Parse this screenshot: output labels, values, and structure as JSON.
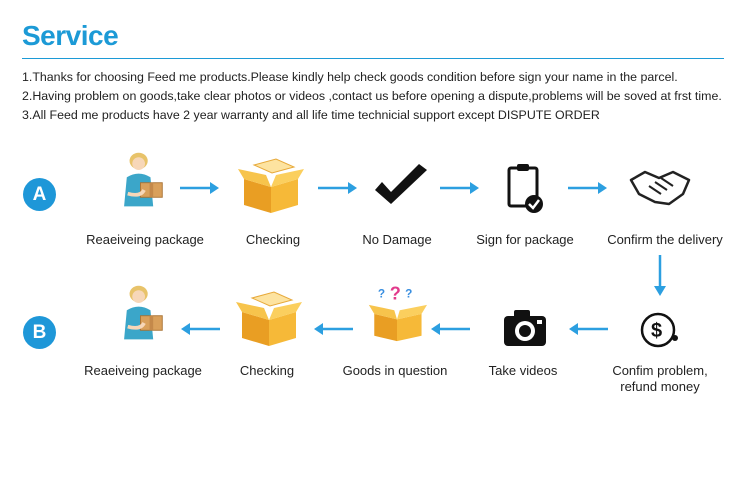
{
  "header": {
    "title": "Service",
    "notes": [
      "1.Thanks for choosing Feed me products.Please kindly help check goods condition before sign your name in the parcel.",
      "2.Having problem on goods,take clear photos or videos ,contact us before opening a dispute,problems will be soved at frst time.",
      "3.All Feed me products have 2 year warranty and all life time technicial support except DISPUTE ORDER"
    ]
  },
  "flow_a": {
    "badge": "A",
    "steps": [
      {
        "label": "Reaeiveing package",
        "icon": "woman-with-package-icon"
      },
      {
        "label": "Checking",
        "icon": "open-box-icon"
      },
      {
        "label": "No Damage",
        "icon": "checkmark-icon"
      },
      {
        "label": "Sign for package",
        "icon": "clipboard-check-icon"
      },
      {
        "label": "Confirm the delivery",
        "icon": "handshake-icon"
      }
    ]
  },
  "flow_b": {
    "badge": "B",
    "steps": [
      {
        "label": "Reaeiveing package",
        "icon": "woman-with-package-icon"
      },
      {
        "label": "Checking",
        "icon": "open-box-icon"
      },
      {
        "label": "Goods in question",
        "icon": "box-question-icon"
      },
      {
        "label": "Take videos",
        "icon": "camera-icon"
      },
      {
        "label": "Confim problem,\nrefund money",
        "icon": "dollar-refund-icon"
      }
    ]
  },
  "colors": {
    "accent": "#1c9ad6",
    "arrow": "#2c9fe0",
    "box": "#f2b233"
  }
}
